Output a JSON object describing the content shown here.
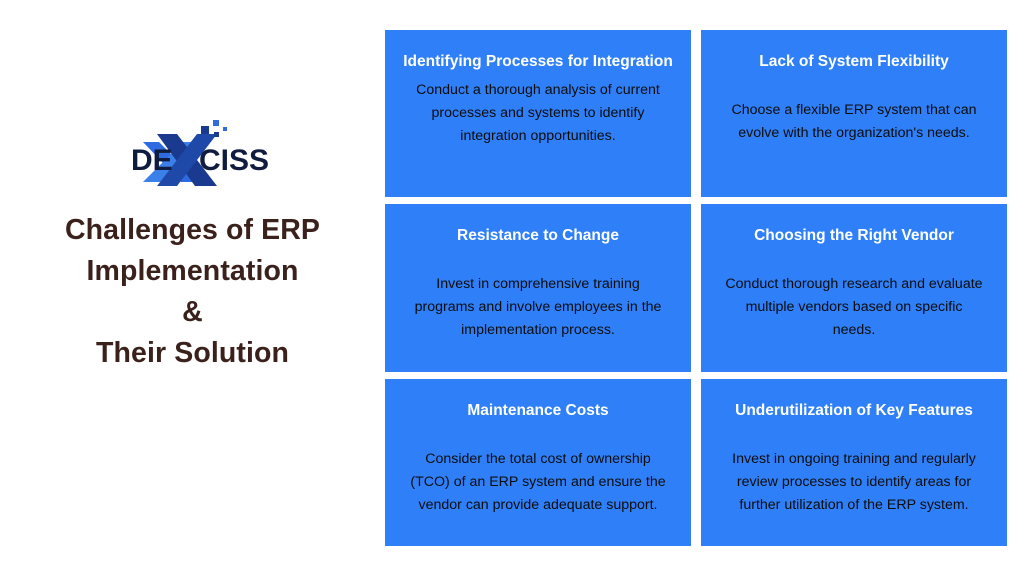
{
  "brand": {
    "name": "DEXCISS",
    "logo_icon": "dexciss-x-logo-icon",
    "text_before_x": "DE",
    "text_after_x": "CISS",
    "colors": {
      "wordmark": "#0f1c3f",
      "x_dark": "#1a3a8f",
      "x_light": "#2e6be0",
      "dots": "#1a3a8f"
    }
  },
  "headline": {
    "color": "#3b211b",
    "lines": [
      "Challenges of ERP",
      "Implementation",
      "&",
      "Their Solution"
    ]
  },
  "theme": {
    "card_background": "#2f80f8",
    "card_title_color": "#ffffff",
    "card_body_color": "#0c0c0c",
    "page_background": "#ffffff"
  },
  "cards": [
    {
      "title": "Identifying Processes for Integration",
      "body": "Conduct a thorough analysis of current processes and systems to identify integration opportunities.",
      "title_lines": 2
    },
    {
      "title": "Lack of System Flexibility",
      "body": "Choose a flexible ERP system that can evolve with the organization's needs.",
      "title_lines": 1
    },
    {
      "title": "Resistance to Change",
      "body": "Invest in comprehensive training programs and involve employees in the implementation process.",
      "title_lines": 1
    },
    {
      "title": "Choosing the Right Vendor",
      "body": "Conduct thorough research and evaluate multiple vendors based on specific needs.",
      "title_lines": 1
    },
    {
      "title": "Maintenance Costs",
      "body": "Consider the total cost of ownership (TCO) of an ERP system and ensure the vendor can provide adequate support.",
      "title_lines": 1
    },
    {
      "title": "Underutilization of Key Features",
      "body": "Invest in ongoing training and regularly review processes to identify areas for further utilization of the ERP system.",
      "title_lines": 1
    }
  ]
}
